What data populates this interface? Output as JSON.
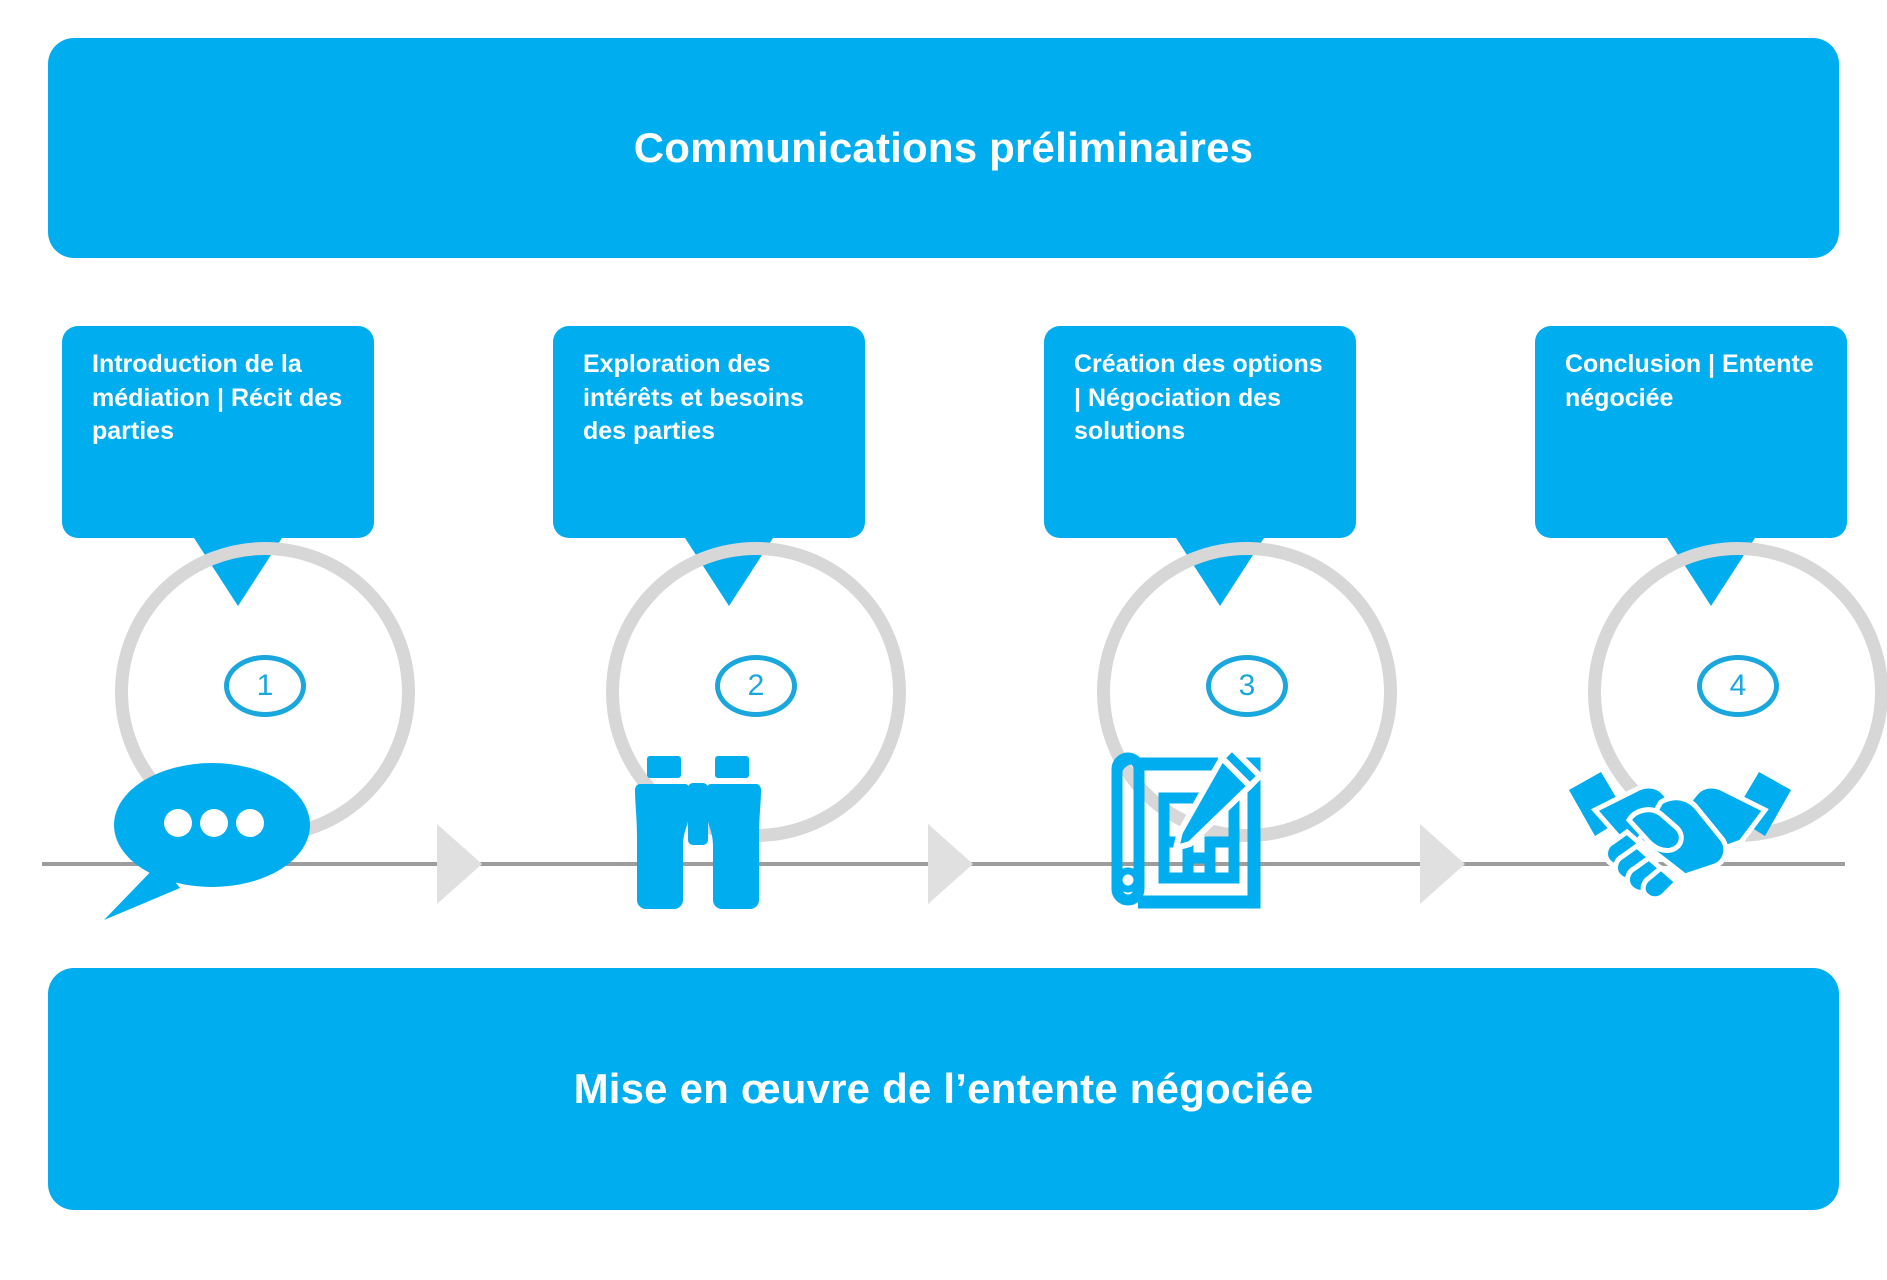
{
  "colors": {
    "brand_blue": "#00ADEE",
    "badge_blue": "#1AA7DE",
    "ring_gray": "#d7d7d7",
    "arrow_gray": "#e0e0e0",
    "line_gray": "#9d9d9d",
    "text_white": "#ffffff"
  },
  "banners": {
    "top": {
      "title": "Communications préliminaires"
    },
    "bottom": {
      "title": "Mise en œuvre de l’entente négociée"
    }
  },
  "stages": [
    {
      "number": "1",
      "callout": "Introduction de la médiation | Récit des parties",
      "icon_name": "speech-bubble-icon"
    },
    {
      "number": "2",
      "callout": "Exploration des intérêts et besoins des parties",
      "icon_name": "binoculars-icon"
    },
    {
      "number": "3",
      "callout": "Création des options | Négociation des solutions",
      "icon_name": "blueprint-pencil-icon"
    },
    {
      "number": "4",
      "callout": "Conclusion | Entente négociée",
      "icon_name": "handshake-icon"
    }
  ],
  "connectors": {
    "arrow_name": "stage-arrow-icon",
    "count": 3
  }
}
